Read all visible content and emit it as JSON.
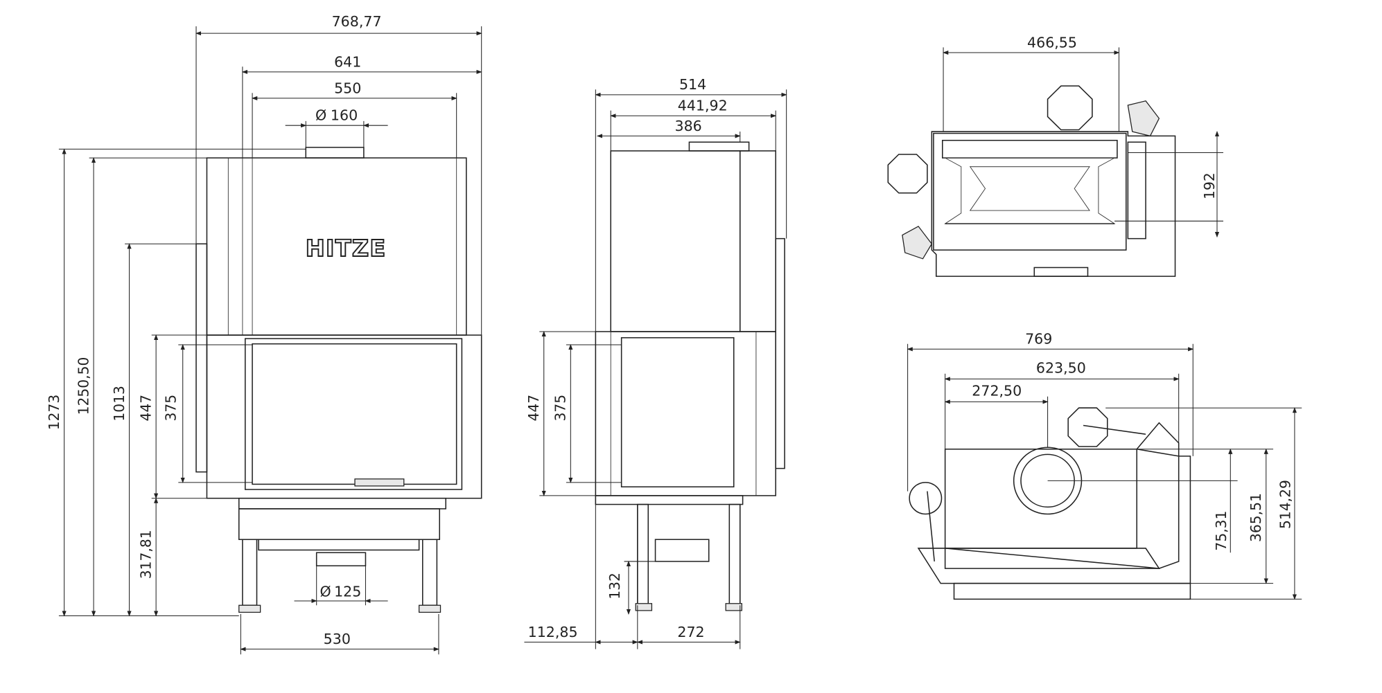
{
  "brand_logo": "HITZE",
  "front_view": {
    "overall_width": "768,77",
    "body_width": "641",
    "glass_width": "550",
    "flue_diameter": "160",
    "outlet_diameter": "125",
    "stand_width": "530",
    "total_height": "1273",
    "flue_height": "1250,50",
    "side_height": "1013",
    "door_height": "447",
    "glass_height": "375",
    "base_height": "317,81",
    "diameter_symbol": "Ø"
  },
  "side_view": {
    "overall_depth": "514",
    "body_depth": "441,92",
    "flue_offset": "386",
    "door_height": "447",
    "glass_height": "375",
    "leg_height": "132",
    "leg_offset": "112,85",
    "stand_depth": "272"
  },
  "top_view": {
    "width": "466,55",
    "depth": "192"
  },
  "bottom_view": {
    "overall_width": "769",
    "body_width": "623,50",
    "outlet_offset": "272,50",
    "outlet_depth": "75,31",
    "body_depth": "365,51",
    "overall_depth": "514,29"
  }
}
